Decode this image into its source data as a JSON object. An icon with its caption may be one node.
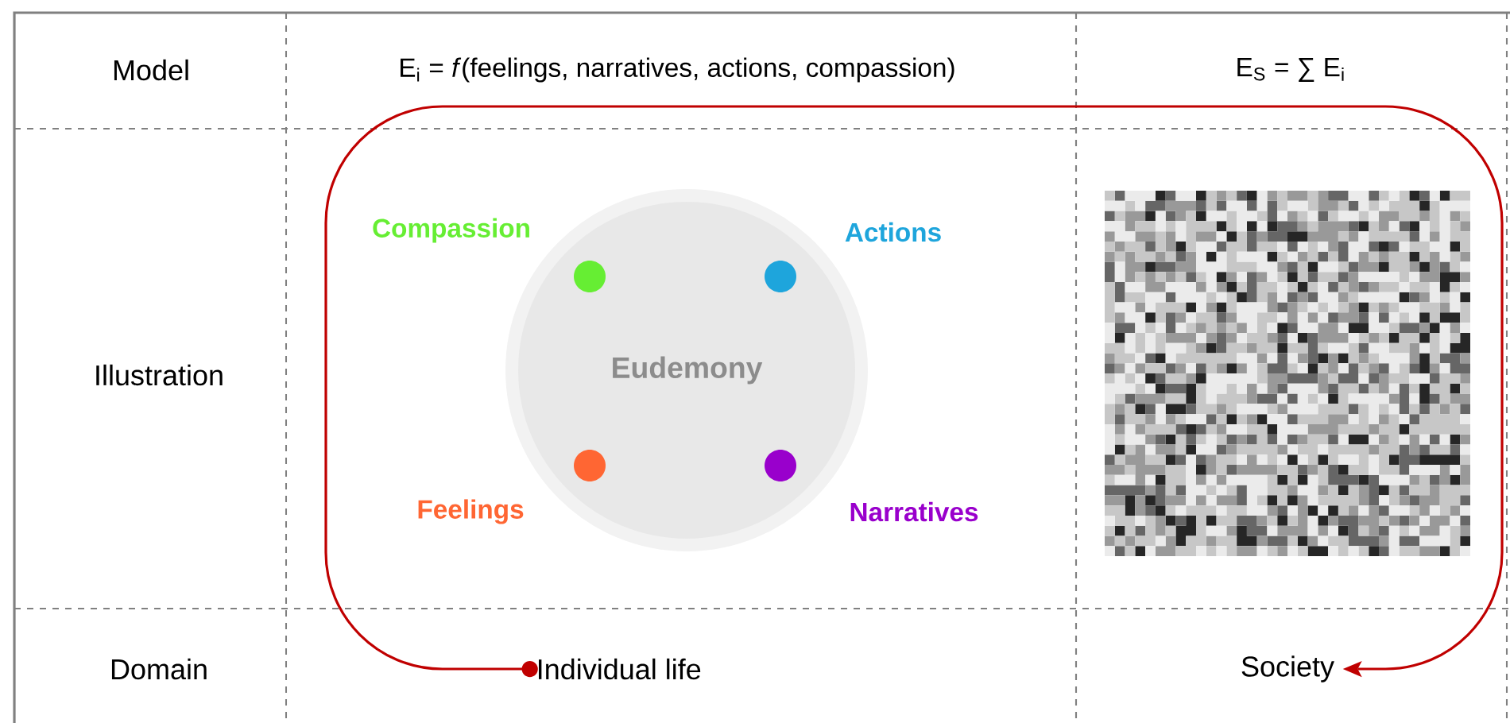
{
  "diagram": {
    "nodes": [
      {
        "text": [
          "Eudemony"
        ]
      },
      {
        "text": [
          "Individual life"
        ]
      },
      {
        "text": [
          "Society"
        ]
      }
    ],
    "edges": [
      {
        "from": 1,
        "to": 2,
        "arrow": "to",
        "color": "#c00000"
      }
    ],
    "labels": [
      "Model",
      "E$_{i}$ = *f*(feelings, narratives, actions, compassion)",
      "E$_{S}$ = ∑ E$_{i}$",
      "Illustration",
      "Compassion",
      "Actions",
      "Feelings",
      "Narratives",
      "Domain"
    ]
  }
}
